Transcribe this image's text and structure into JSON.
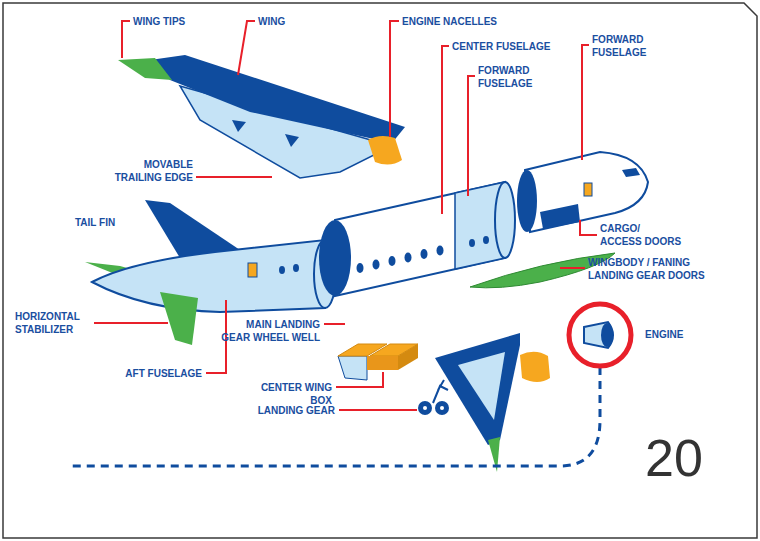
{
  "diagram": {
    "labels": [
      "WING TIPS",
      "WING",
      "ENGINE NACELLES",
      "CENTER FUSELAGE",
      "FORWARD FUSELAGE",
      "FORWARD FUSELAGE",
      "MOVABLE TRAILING EDGE",
      "TAIL FIN",
      "CARGO/ ACCESS DOORS",
      "WINGBODY / FANING LANDING GEAR DOORS",
      "ENGINE",
      "HORIZONTAL STABILIZER",
      "MAIN LANDING GEAR WHEEL WELL",
      "AFT FUSELAGE",
      "CENTER WING BOX",
      "LANDING GEAR",
      "20"
    ]
  }
}
